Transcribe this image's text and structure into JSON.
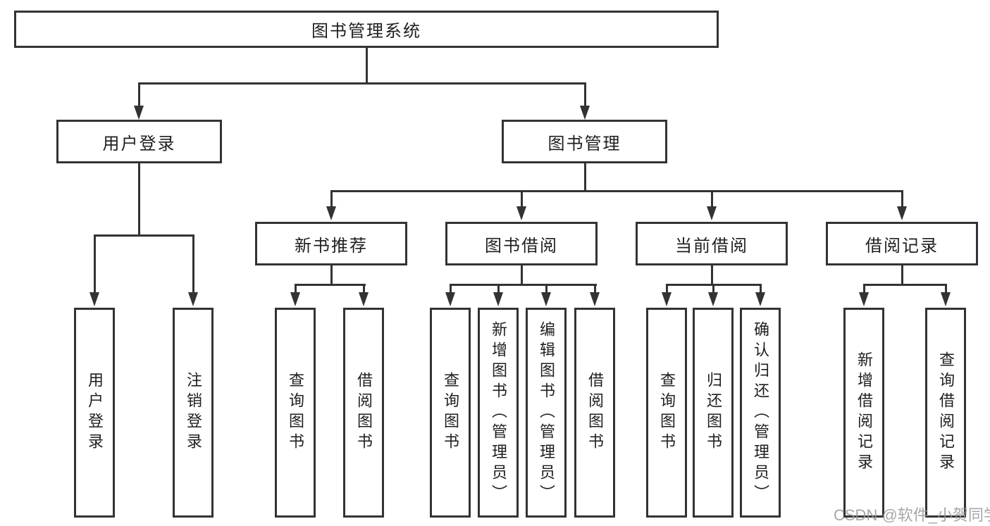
{
  "nodes": {
    "root": "图书管理系统",
    "user_login": "用户登录",
    "book_mgmt": "图书管理",
    "l3": [
      "新书推荐",
      "图书借阅",
      "当前借阅",
      "借阅记录"
    ],
    "leaves": [
      "用户登录",
      "注销登录",
      "查询图书",
      "借阅图书",
      "查询图书",
      "新增图书（管理员）",
      "编辑图书（管理员）",
      "借阅图书",
      "查询图书",
      "归还图书",
      "确认归还（管理员）",
      "新增借阅记录",
      "查询借阅记录"
    ]
  },
  "watermark": "CSDN @软件_小贺同学",
  "colors": {
    "line": "#333333",
    "text": "#1f1f1f",
    "watermark": "#969696",
    "background": "#ffffff"
  }
}
